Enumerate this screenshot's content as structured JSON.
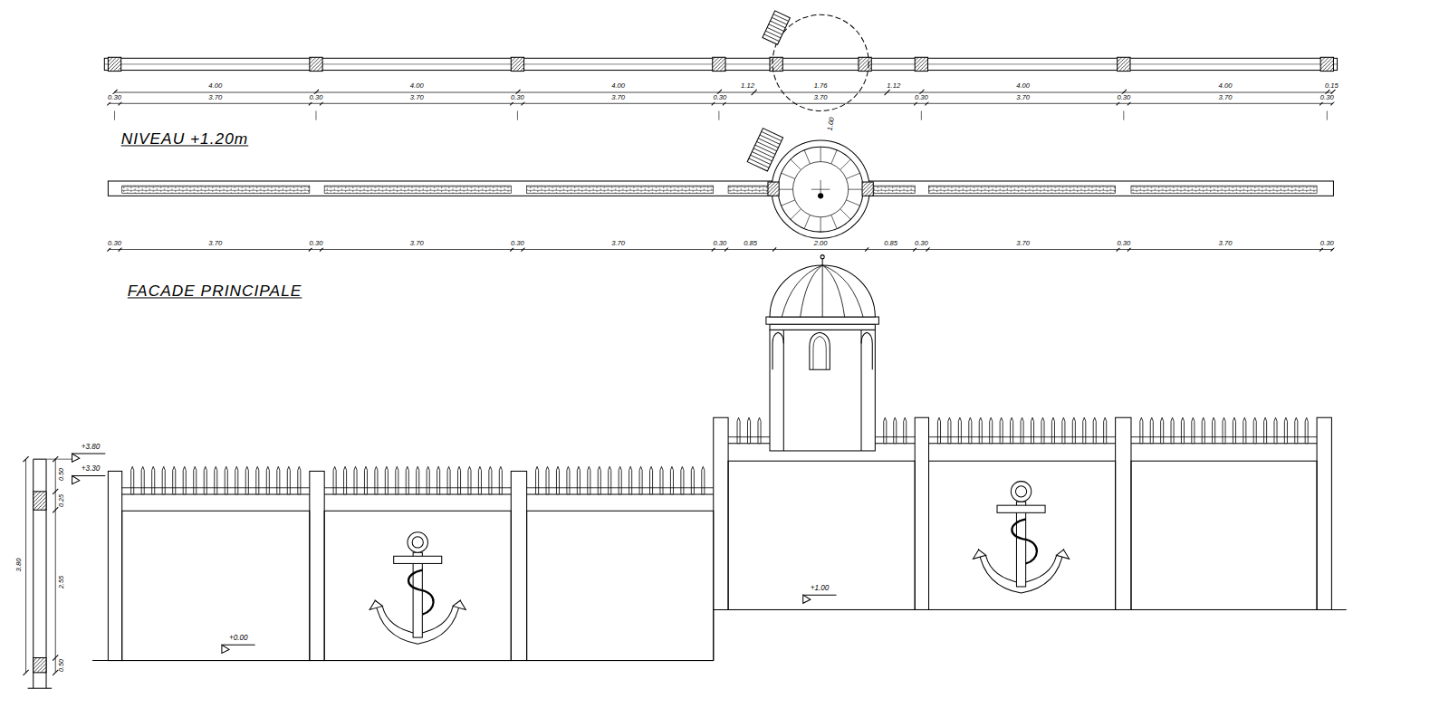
{
  "diagram": {
    "labels": [
      "NIVEAU +1.20m",
      "FACADE PRINCIPALE",
      "4.00",
      "4.00",
      "4.00",
      "1.12",
      "1.76",
      "1.12",
      "4.00",
      "4.00",
      "0.15",
      "0.30",
      "3.70",
      "0.30",
      "3.70",
      "0.30",
      "3.70",
      "0.30",
      "3.70",
      "0.30",
      "3.70",
      "0.30",
      "3.70",
      "0.30",
      "1.00",
      "0.30",
      "3.70",
      "0.30",
      "3.70",
      "0.30",
      "3.70",
      "0.30",
      "0.85",
      "2.00",
      "0.85",
      "0.30",
      "3.70",
      "0.30",
      "3.70",
      "0.30",
      "+3.80",
      "+3.30",
      "+0.00",
      "+1.00",
      "3.80",
      "0.50",
      "0.25",
      "2.55",
      "0.50"
    ]
  }
}
